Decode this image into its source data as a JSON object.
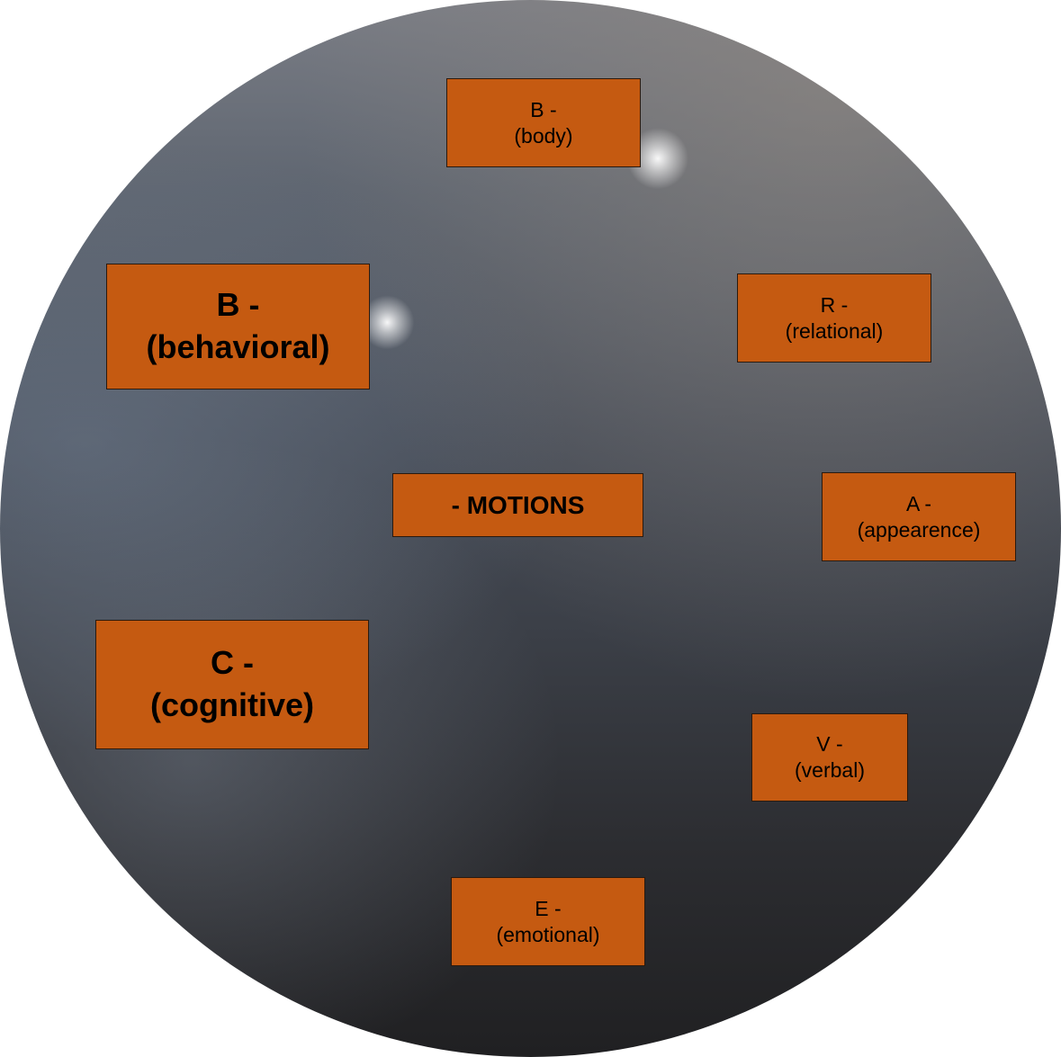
{
  "diagram": {
    "center": {
      "label": "- MOTIONS"
    },
    "nodes": {
      "body": {
        "letter": "B -",
        "desc": "(body)"
      },
      "behavioral": {
        "letter": "B -",
        "desc": "(behavioral)"
      },
      "relational": {
        "letter": "R -",
        "desc": "(relational)"
      },
      "appearence": {
        "letter": "A -",
        "desc": "(appearence)"
      },
      "cognitive": {
        "letter": "C -",
        "desc": "(cognitive)"
      },
      "verbal": {
        "letter": "V -",
        "desc": "(verbal)"
      },
      "emotional": {
        "letter": "E -",
        "desc": "(emotional)"
      }
    },
    "colors": {
      "box_fill": "#c55a11",
      "sphere": "#3b3f47"
    }
  }
}
